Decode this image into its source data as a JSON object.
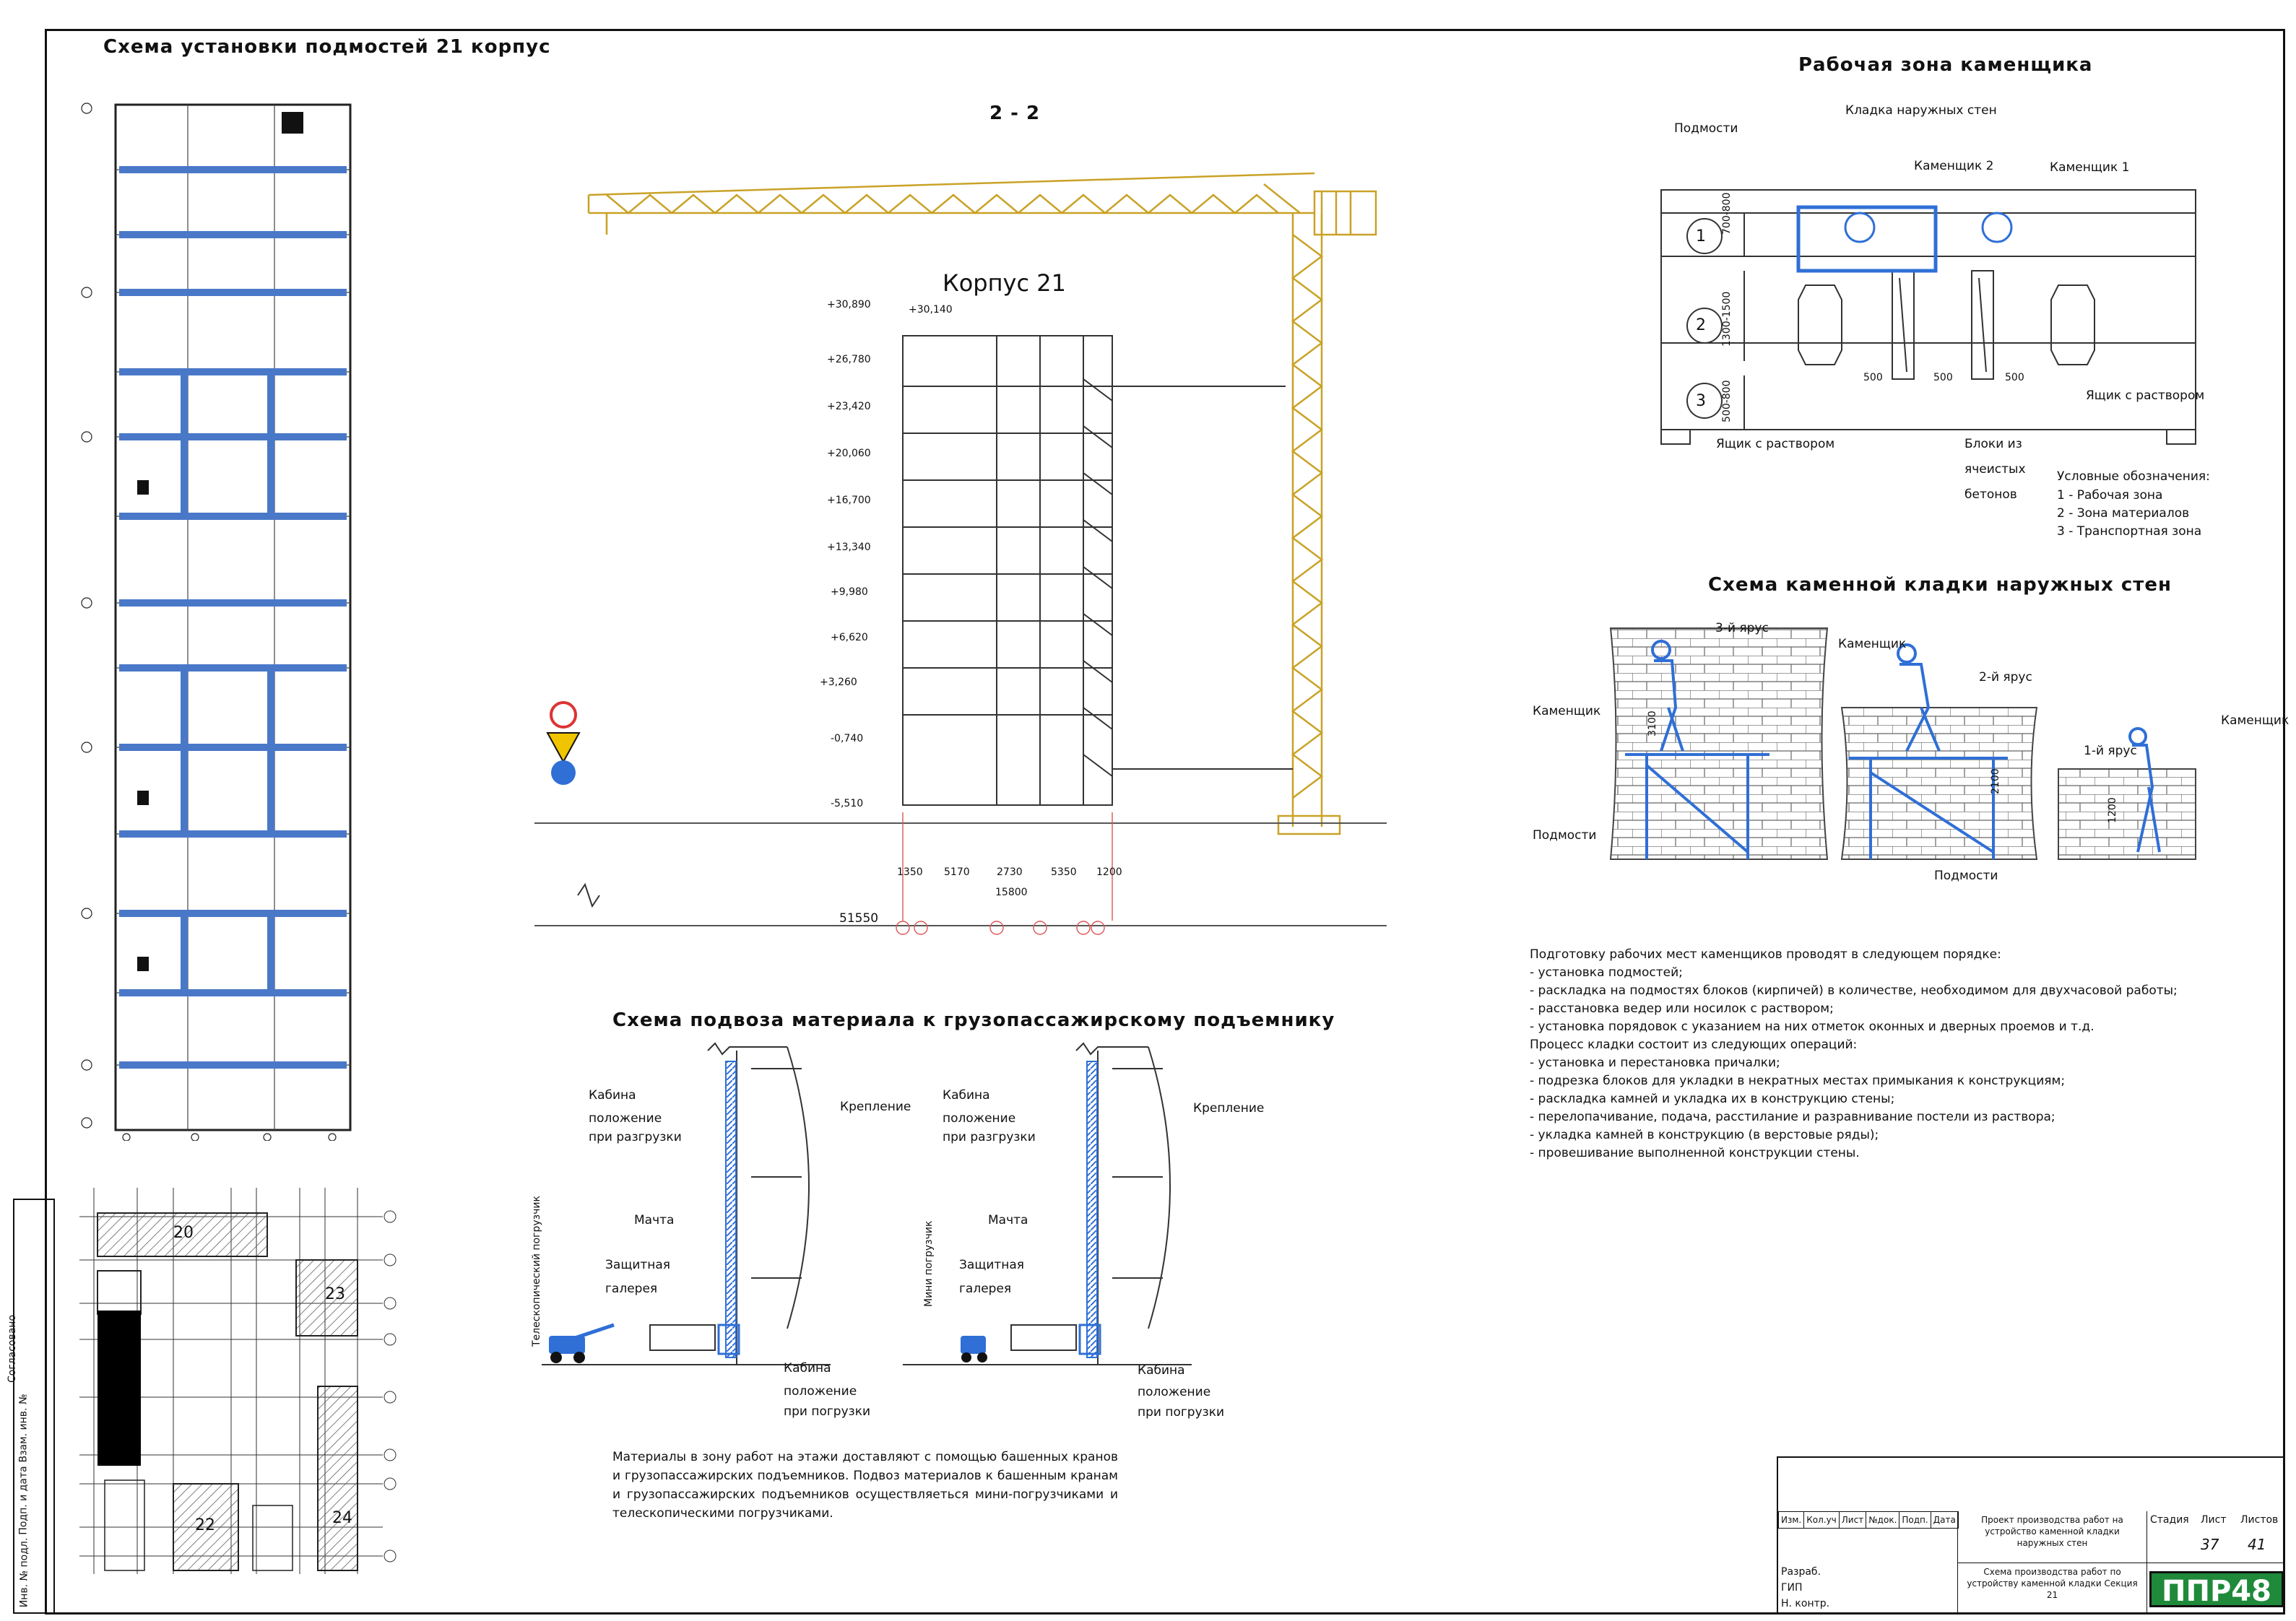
{
  "plan": {
    "title": "Схема установки подмостей 21 корпус"
  },
  "section": {
    "title": "2 - 2",
    "building": "Корпус 21",
    "elevations": [
      "+30,890",
      "+26,780",
      "+23,420",
      "+20,060",
      "+16,700",
      "+13,340",
      "+9,980",
      "+6,620",
      "+3,260",
      "-0,740",
      "-5,510"
    ],
    "roof_mark": "+30,140",
    "dims": [
      "1350",
      "5170",
      "2730",
      "5350",
      "1200"
    ],
    "total_inner": "15800",
    "total": "51550"
  },
  "zone": {
    "title": "Рабочая зона каменщика",
    "labels": {
      "outer_wall": "Кладка наружных стен",
      "scaffold": "Подмости",
      "mason2": "Каменщик 2",
      "mason1": "Каменщик 1",
      "box_right": "Ящик с раствором",
      "box_left": "Ящик с раствором",
      "blocks": "Блоки из ячеистых бетонов"
    },
    "rows": [
      "1",
      "2",
      "3"
    ],
    "row_dims": [
      "700-800",
      "1300-1500",
      "500-800"
    ],
    "gaps": [
      "500",
      "500",
      "500"
    ]
  },
  "legend": {
    "title": "Условные обозначения:",
    "items": [
      "1 - Рабочая зона",
      "2 - Зона материалов",
      "3 - Транспортная зона"
    ]
  },
  "masonry": {
    "title": "Схема каменной кладки наружных стен",
    "labels": {
      "tier3": "3-й ярус",
      "tier2": "2-й ярус",
      "tier1": "1-й ярус",
      "mason_a": "Каменщик",
      "mason_b": "Каменщик",
      "mason_c": "Каменщик",
      "scaffold_a": "Подмости",
      "scaffold_b": "Подмости"
    },
    "heights": [
      "3100",
      "2100",
      "1200"
    ]
  },
  "notes": [
    "Подготовку рабочих мест каменщиков проводят в следующем порядке:",
    "- установка подмостей;",
    "- раскладка на подмостях блоков (кирпичей) в количестве, необходимом для двухчасовой работы;",
    "- расстановка ведер или носилок с раствором;",
    "- установка порядовок с указанием на них отметок оконных и дверных проемов и т.д.",
    "Процесс кладки состоит из следующих операций:",
    "- установка и перестановка причалки;",
    "- подрезка блоков для укладки в некратных местах примыкания к конструкциям;",
    "- раскладка камней и укладка их в конструкцию стены;",
    "- перелопачивание, подача, расстилание и разравнивание постели из раствора;",
    "- укладка камней в конструкцию (в верстовые ряды);",
    "- провешивание выполненной конструкции стены."
  ],
  "hoist": {
    "title": "Схема подвоза материала к грузопассажирскому подъемнику",
    "left": {
      "cab_top": "Кабина",
      "unload1": "положение",
      "unload2": "при разгрузки",
      "fix": "Крепление",
      "mast": "Мачта",
      "gallery1": "Защитная",
      "gallery2": "галерея",
      "cab_bottom": "Кабина",
      "load1": "положение",
      "load2": "при погрузки",
      "vehicle": "Телескопический погрузчик"
    },
    "right": {
      "cab_top": "Кабина",
      "unload1": "положение",
      "unload2": "при разгрузки",
      "fix": "Крепление",
      "mast": "Мачта",
      "gallery1": "Защитная",
      "gallery2": "галерея",
      "cab_bottom": "Кабина",
      "load1": "положение",
      "load2": "при погрузки",
      "vehicle": "Мини погрузчик"
    },
    "text": "Материалы в зону работ на этажи доставляют с помощью башенных кранов и грузопассажирских подъемников. Подвоз материалов к башенным кранам и грузопассажирских подъемников осуществляеться мини-погрузчиками и телескопическими погрузчиками."
  },
  "site": {
    "blocks": [
      "20",
      "23",
      "22",
      "24"
    ]
  },
  "side_stamp": [
    "Согласовано",
    "Взам. инв. №",
    "Подп. и дата",
    "Инв. № подл."
  ],
  "stamp": {
    "cols": [
      "Изм.",
      "Кол.уч",
      "Лист",
      "№док.",
      "Подп.",
      "Дата"
    ],
    "roles": [
      "Разраб.",
      "ГИП",
      "Н. контр."
    ],
    "project": "Проект производства работ на устройство каменной кладки наружных стен",
    "sheet_title": "Схема производства работ по устройству каменной кладки Секция 21",
    "stage_h": "Стадия",
    "sheet_h": "Лист",
    "sheets_h": "Листов",
    "sheet": "37",
    "sheets": "41",
    "logo": "ППР48"
  },
  "colors": {
    "crane": "#c9a227",
    "scaffold": "#2f6fd6",
    "red": "#d33"
  }
}
